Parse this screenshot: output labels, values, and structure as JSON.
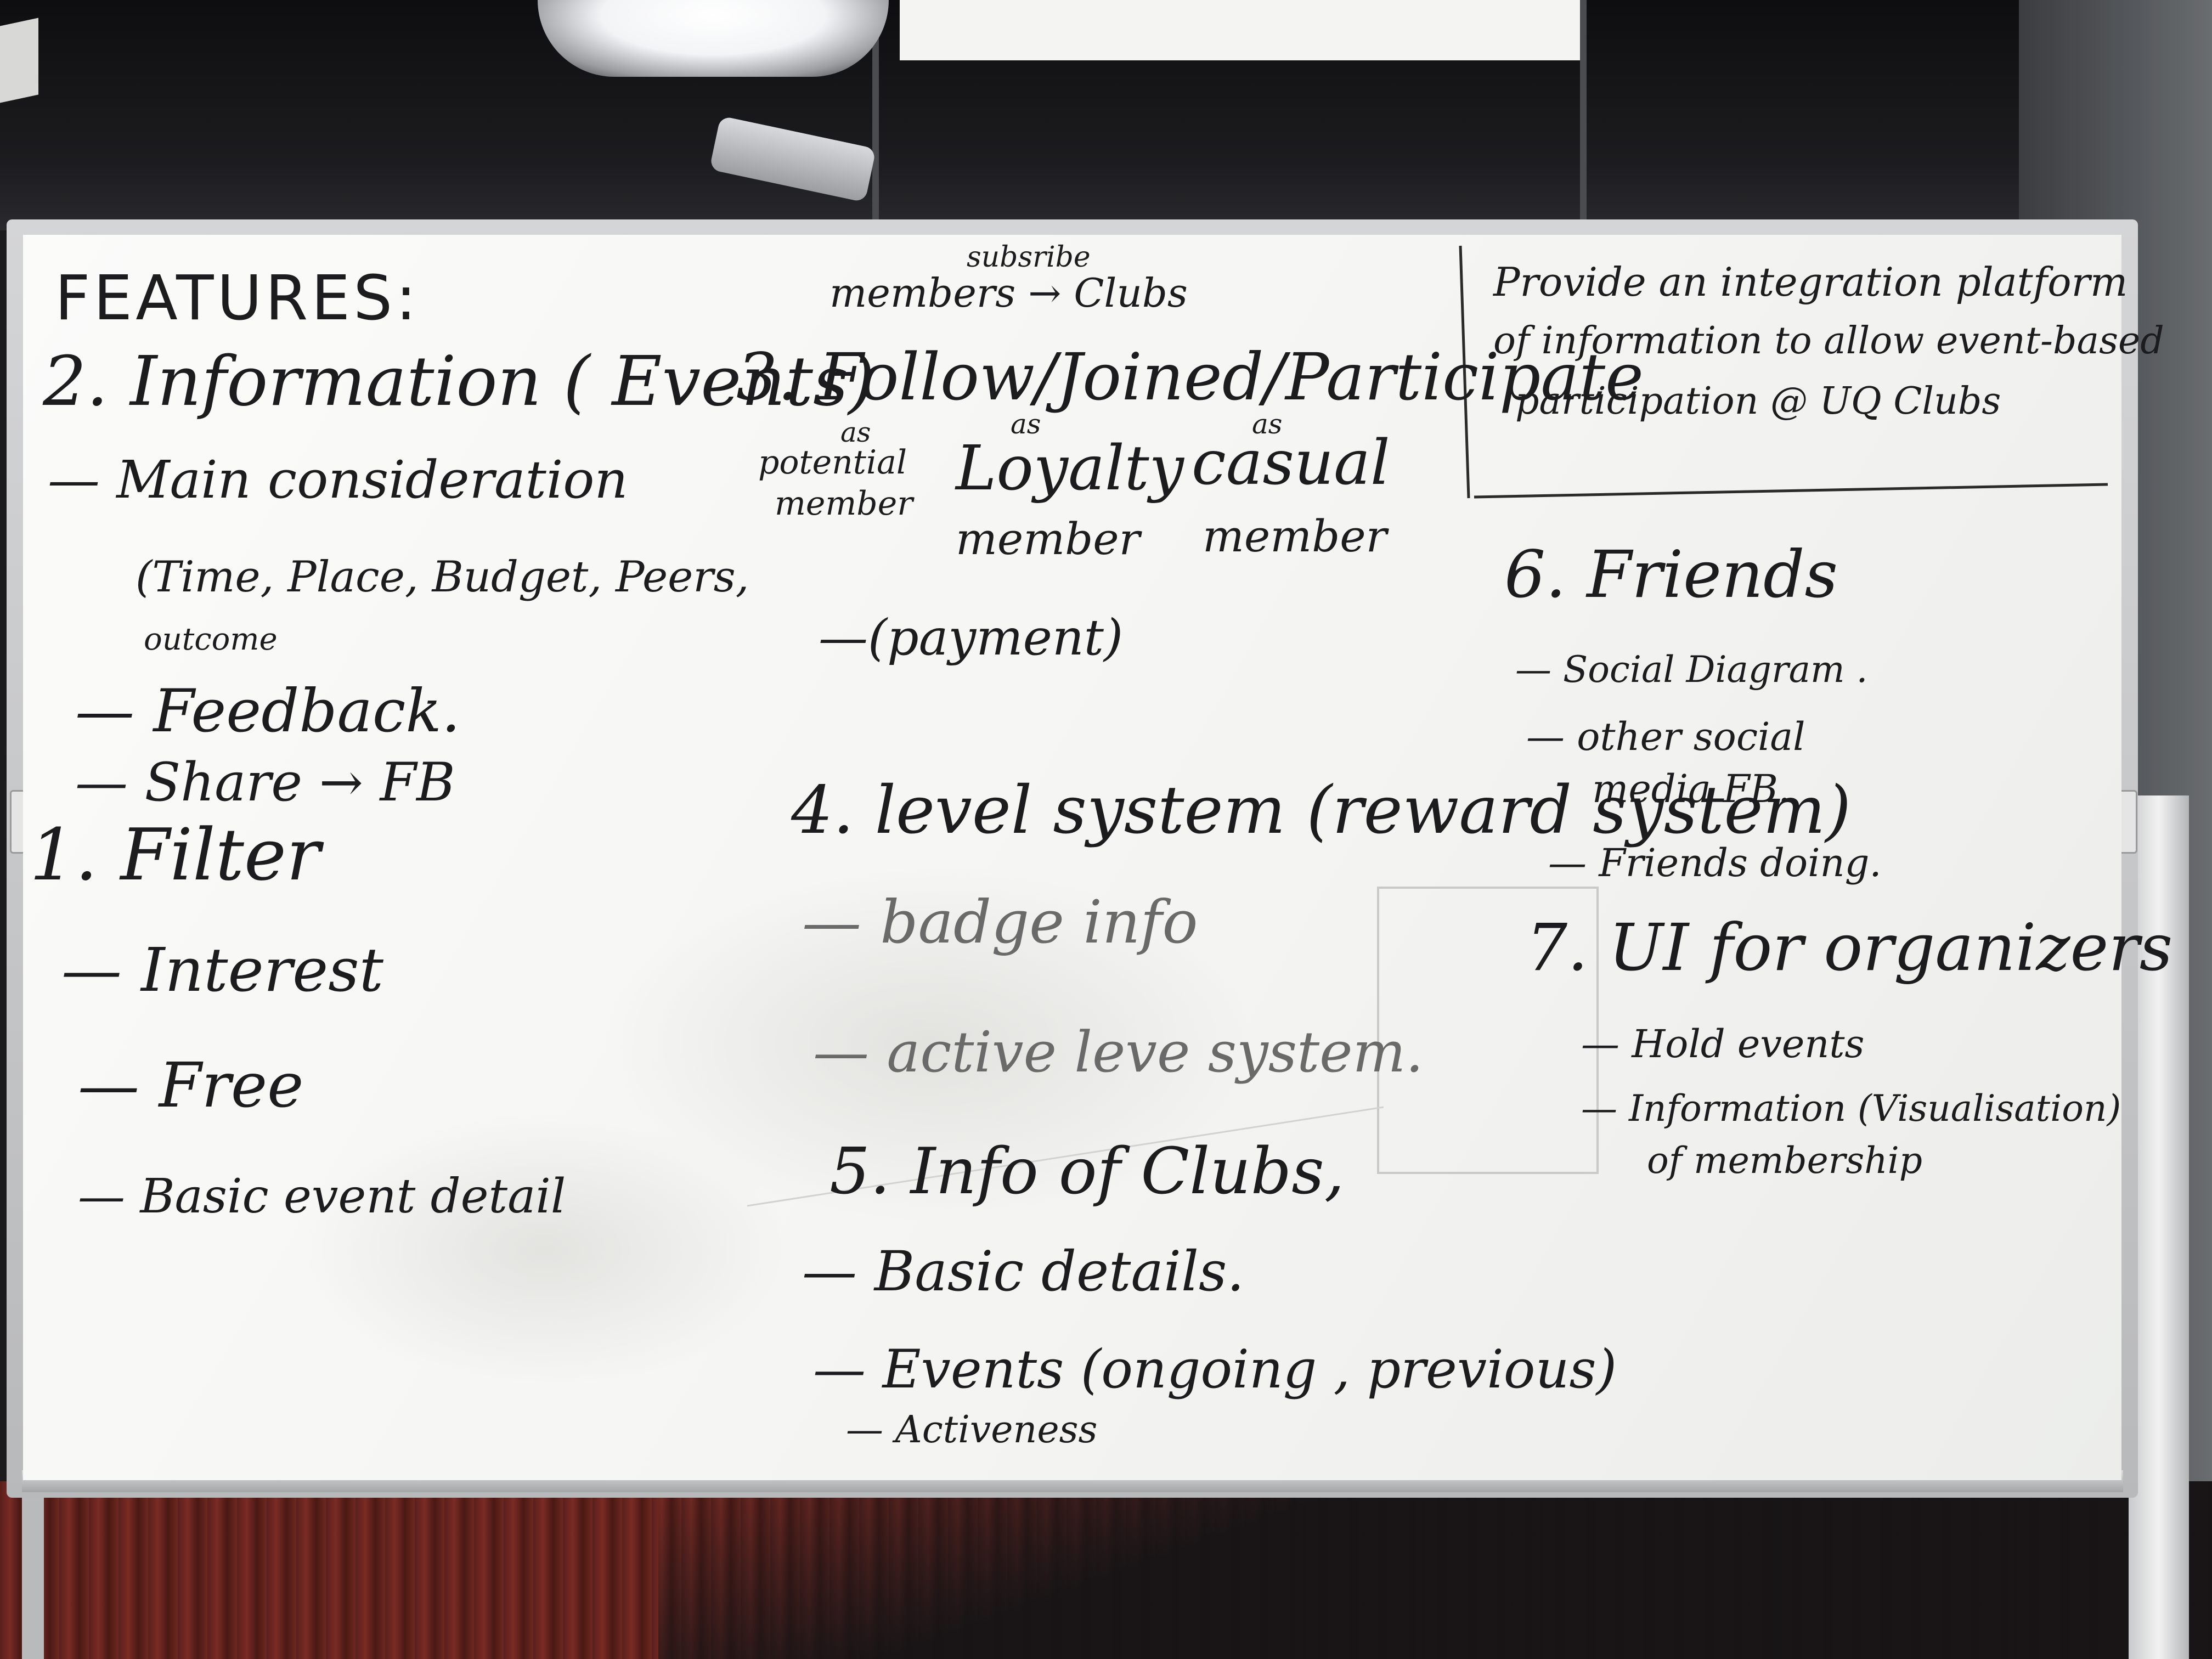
{
  "board": {
    "col1": {
      "title": "FEATURES:",
      "h2": "2. Information ( Events)",
      "main": "— Main consideration",
      "main_detail": "(Time, Place, Budget, Peers,",
      "main_detail2": "outcome",
      "feedback": "— Feedback.",
      "share": "— Share → FB",
      "h1": "1. Filter",
      "interest": "— Interest",
      "free": "— Free",
      "basic": "— Basic event detail"
    },
    "col2": {
      "subscribe_top": "subsribe",
      "subscribe_line": "members → Clubs",
      "h3": "3. Follow/Joined/Participate",
      "as1": "as",
      "as2": "as",
      "as3": "as",
      "potential": "potential",
      "potential2": "member",
      "loyalty": "Loyalty",
      "loyalty2": "member",
      "casual": "casual",
      "casual2": "member",
      "payment": "—(payment)",
      "h4": "4. level system (reward system)",
      "badge": "— badge info",
      "active_level": "— active leve system.",
      "h5": "5. Info of Clubs,",
      "basic_details": "— Basic details.",
      "events": "— Events (ongoing , previous)",
      "activeness": "— Activeness"
    },
    "col3": {
      "goal1": "Provide an integration platform",
      "goal2": "of information to allow event-based",
      "goal3": "participation @ UQ Clubs",
      "h6": "6. Friends",
      "social": "— Social Diagram .",
      "other1": "— other social",
      "other2": "media FB.",
      "doing": "— Friends doing.",
      "h7": "7. UI for organizers",
      "hold": "— Hold events",
      "info1": "— Information (Visualisation)",
      "info2": "of membership"
    }
  }
}
